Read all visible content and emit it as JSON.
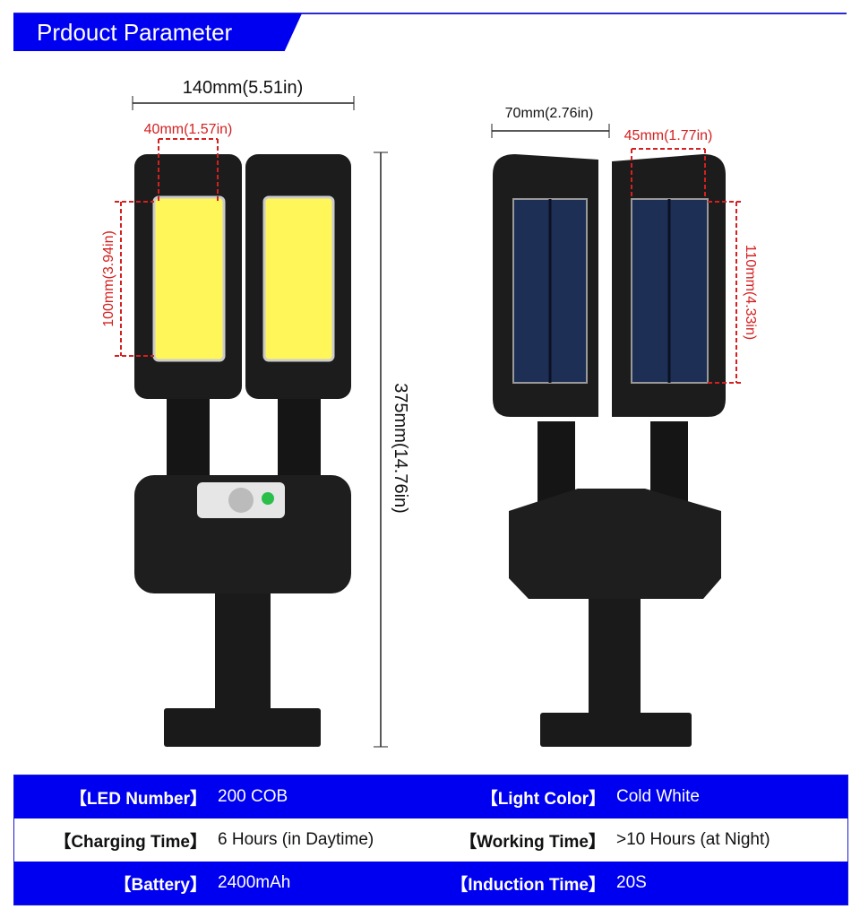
{
  "header": {
    "title": "Prdouct Parameter"
  },
  "dimensions": {
    "front_width": "140mm(5.51in)",
    "front_panel_width": "40mm(1.57in)",
    "front_panel_height": "100mm(3.94in)",
    "total_height": "375mm(14.76in)",
    "back_head_width": "70mm(2.76in)",
    "back_panel_width": "45mm(1.77in)",
    "back_panel_height": "110mm(4.33in)"
  },
  "specs": [
    {
      "label": "【LED Number】",
      "value": "200 COB",
      "label2": "【Light Color】",
      "value2": "Cold White"
    },
    {
      "label": "【Charging Time】",
      "value": "6 Hours (in Daytime)",
      "label2": "【Working Time】",
      "value2": ">10 Hours (at Night)"
    },
    {
      "label": "【Battery】",
      "value": "2400mAh",
      "label2": "【Induction Time】",
      "value2": "20S"
    }
  ],
  "colors": {
    "accent": "#0000f0",
    "dimension_red": "#d42020",
    "cob": "#fff65a"
  }
}
